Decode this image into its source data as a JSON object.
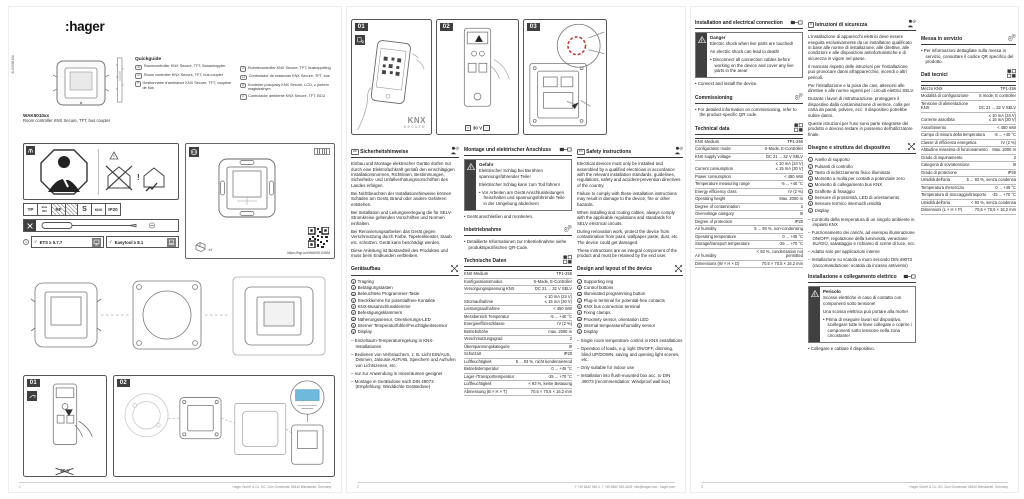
{
  "footer": {
    "page_numbers": [
      "1",
      "2",
      "3"
    ],
    "company": "Hager GmbH & Co. KG, Zum Gunterstal, 66440 Blieskastel, Germany",
    "contact": "T +49 6842 945-0, T +49 6842 945-4625, info@hager.com - hager.com"
  },
  "page1": {
    "brand": ":hager",
    "doc_code": "6LE008816A",
    "quickguide": {
      "title": "Quickguide",
      "left": [
        {
          "lang": "de",
          "text": "Raumcontroller KNX Secure, TFT, Busankoppler"
        },
        {
          "lang": "en",
          "text": "Room controller KNX Secure, TFT, bus coupler"
        },
        {
          "lang": "fr",
          "text": "Gestionnaire d'ambiance KNX Secure, TFT, coupleur de bus"
        }
      ],
      "right": [
        {
          "lang": "nl",
          "text": "Ruimtecontroller KNX Secure, TFT, buskoppeling"
        },
        {
          "lang": "es",
          "text": "Controlador de estancias KNX Secure, TFT, bus"
        },
        {
          "lang": "pl",
          "text": "Kontroler pokojowy KNX Secure, LCD, z portem magistralnym"
        },
        {
          "lang": "pt",
          "text": "Controlador ambiente KNX Secure, TFT, BCU"
        }
      ]
    },
    "product_code": "WAK5010xx",
    "product_name": "Room controller KNX Secure, TFT, bus coupler",
    "badges": [
      "TP",
      "Bus 30V",
      "RF",
      "S",
      "KNX",
      "IP20"
    ],
    "req_index": "1",
    "requirements": {
      "ets": {
        "check": "✓",
        "label": "ETS ≥ 5.7.7"
      },
      "easytool": {
        "check": "✓",
        "label": "Easytool ≥ 8.1"
      }
    },
    "qr_url": "https://hgr.io/r/WAK5010WM",
    "qty_label": "x1",
    "steps": [
      {
        "num": "01",
        "caption": "30 V"
      },
      {
        "num": "02",
        "caption": ""
      }
    ]
  },
  "page2": {
    "steps": [
      {
        "num": "01",
        "caption": ""
      },
      {
        "num": "02",
        "caption": "30 V"
      },
      {
        "num": "03",
        "caption": ""
      }
    ],
    "knx_wordmark": {
      "line1": "KNX",
      "line2": "secure"
    }
  },
  "languages": {
    "de": {
      "tag": "de",
      "safety_title": "Sicherheitshinweise",
      "safety_paragraphs": [
        "Einbau und Montage elektrischer Geräte dürfen nur durch eine Elektrofachkraft gemäß den einschlägigen Installationsnormen, Richtlinien, Bestimmungen, Sicherheits- und Unfallverhütungsvorschriften des Landes erfolgen.",
        "Bei Nichtbeachten der Installationshinweise können Schäden am Gerät, Brand oder andere Gefahren entstehen.",
        "Bei Installation und Leitungsverlegung die für SELV-Stromkreise geltenden Vorschriften und Normen einhalten.",
        "Bei Renovierungsarbeiten das Gerät gegen Verschmutzung durch Farbe, Tapetenkleister, Staub etc. schützen. Gerät kann beschädigt werden.",
        "Diese Anleitung ist Bestandteil des Produktes und muss beim Endkunden verbleiben."
      ],
      "structure_title": "Gerätaufbau",
      "structure_items": [
        "Tragring",
        "Betätigungstasten",
        "Beleuchtete Programmier-Taste",
        "Steckklemme für potentialfreie Kontakte",
        "KNX-Busanschlussklemme",
        "Befestigungsklammern",
        "Näherungssensor, Orientierungs-LED",
        "Interner Temperaturfühler/Feuchtigkeitssensor",
        "Display"
      ],
      "feature_bullets": [
        "Einzelraum-Temperaturregelung in KNX-Installationen",
        "Bedienen von Verbrauchern, z. B. Licht EIN/AUS, Dimmen, Jalousie AUF/AB, Speichern und Aufrufen von Lichtszenen, etc.",
        "nur zur Anwendung in Innenräumen geeignet",
        "Montage in Gerätedose nach DIN 49073 (Empfehlung: Winddichte Gerätedose)"
      ],
      "mounting_title": "Montage und elektrischer Anschluss",
      "danger": {
        "title": "Gefahr",
        "p1": "Elektrischer Schlag bei Berühren spannungsführender Teile!",
        "p2": "Elektrischer Schlag kann zum Tod führen!",
        "action": "Vor Arbeiten am Gerät Anschlussleitungen freischalten und spannungsführende Teile in der Umgebung abdecken!"
      },
      "connect_note": "Gerät anschließen und montieren.",
      "commissioning_title": "Inbetriebnahme",
      "commissioning_note": "Detaillierte Informationen zur Inbetriebnahme siehe produktspezifischen QR-Code.",
      "tech_title": "Technische Daten",
      "tech_rows": [
        {
          "label": "KNX Medium",
          "value": "TP1-256"
        },
        {
          "label": "Konfigurationsmodus",
          "value": "S-Mode, E-Controller"
        },
        {
          "label": "Versorgungsspannung KNX",
          "value": "DC 21 ... 32 V SELV"
        },
        {
          "label": "Stromaufnahme",
          "value": "≤ 10 mA (24 V)\n≤ 15 mA (30 V)"
        },
        {
          "label": "Leistungsaufnahme",
          "value": "< 450 mW"
        },
        {
          "label": "Messbereich Temperatur",
          "value": "-5 ... +40 °C"
        },
        {
          "label": "Energieeffizienzklasse",
          "value": "IV (2 %)"
        },
        {
          "label": "Betriebshöhe",
          "value": "max. 2000 m"
        },
        {
          "label": "Verschmutzungsgrad",
          "value": "2"
        },
        {
          "label": "Überspannungskategorie",
          "value": "III"
        },
        {
          "label": "Schutzart",
          "value": "IP20"
        },
        {
          "label": "Luftfeuchtigkeit",
          "value": "5 ... 93 %, nicht kondensierend"
        },
        {
          "label": "Betriebstemperatur",
          "value": "0 ... +45 °C"
        },
        {
          "label": "Lager-/Transporttemperatur",
          "value": "-25 ... +70 °C"
        },
        {
          "label": "Luftfeuchtigkeit",
          "value": "< 93 %, keine Betauung"
        },
        {
          "label": "Abmessung (B × H × T)",
          "value": "70,5 × 70,5 × 16,2 mm"
        }
      ]
    },
    "en": {
      "tag": "en",
      "safety_title": "Safety instructions",
      "safety_paragraphs": [
        "Electrical devices must only be installed and assembled by a qualified electrician in accordance with the relevant installation standards, guidelines, regulations, safety and accident-prevention directives of the country.",
        "Failure to comply with these installation instructions may result in damage to the device, fire or other hazards.",
        "When installing and routing cables, always comply with the applicable regulations and standards for SELV electrical circuits.",
        "During renovation work, protect the device from contamination from paint, wallpaper paste, dust, etc. The device could get damaged.",
        "These instructions are an integral component of the product and must be retained by the end user."
      ],
      "structure_title": "Design and layout of the device",
      "structure_items": [
        "Supporting ring",
        "Control buttons",
        "Illuminated programming button",
        "Plug-in terminal for potential-free contacts",
        "KNX bus connection terminal",
        "Fixing clamps",
        "Proximity sensor, orientation LED",
        "Internal temperature/humidity sensor",
        "Display"
      ],
      "feature_bullets": [
        "Single room temperature control in KNX installations",
        "Operation of loads, e.g. light ON/OFF, dimming, blind UP/DOWN, saving and opening light scenes, etc.",
        "Only suitable for indoor use",
        "Installation into flush-mounted box acc. to DIN 49073 (recommendation: Windproof wall box)"
      ],
      "mounting_title": "Installation and electrical connection",
      "danger": {
        "title": "Danger",
        "p1": "Electric shock when live parts are touched!",
        "p2": "An electric shock can lead to death!",
        "action": "Disconnect all connection cables before working on the device and cover any live parts in the area!"
      },
      "connect_note": "Connect and install the device.",
      "commissioning_title": "Commissioning",
      "commissioning_note": "For detailed information on commissioning, refer to the product-specific QR code.",
      "tech_title": "Technical data",
      "tech_rows": [
        {
          "label": "KNX Medium",
          "value": "TP1-256"
        },
        {
          "label": "Configuration mode",
          "value": "S-Mode, E-Controller"
        },
        {
          "label": "KNX supply voltage",
          "value": "DC 21 ... 32 V SELV"
        },
        {
          "label": "Current consumption",
          "value": "≤ 10 mA (24 V)\n≤ 15 mA (30 V)"
        },
        {
          "label": "Power consumption",
          "value": "< 450 mW"
        },
        {
          "label": "Temperature measuring range",
          "value": "-5 ... +40 °C"
        },
        {
          "label": "Energy efficiency class",
          "value": "IV (2 %)"
        },
        {
          "label": "Operating height",
          "value": "Max. 2000 m"
        },
        {
          "label": "Degree of contamination",
          "value": "2"
        },
        {
          "label": "Overvoltage category",
          "value": "III"
        },
        {
          "label": "Degree of protection",
          "value": "IP20"
        },
        {
          "label": "Air humidity",
          "value": "5 ... 93 %, non-condensing"
        },
        {
          "label": "Operating temperature",
          "value": "0 ... +45 °C"
        },
        {
          "label": "Storage/transport temperature",
          "value": "-25 ... +70 °C"
        },
        {
          "label": "Air humidity",
          "value": "< 93 %, condensation not permitted"
        },
        {
          "label": "Dimensions (W × H × D)",
          "value": "70.5 × 70.5 × 16.2 mm"
        }
      ]
    },
    "it": {
      "tag": "it",
      "safety_title": "Istruzioni di sicurezza",
      "safety_paragraphs": [
        "L'installazione di apparecchi elettrici deve essere eseguita esclusivamente da un installatore qualificato in base alle norme di installazione, alle direttive, alle condizioni e alle disposizioni antinfortunistiche e di sicurezza in vigore nel paese.",
        "Il mancato rispetto delle istruzioni per l'installazione può provocare danni all'apparecchio, incendi o altri pericoli.",
        "Per l'installazione e la posa dei cavi, attenersi alle direttive e alle norme vigenti per i circuiti elettrici SELV.",
        "Durante i lavori di ristrutturazione, proteggere il dispositivo dalla contaminazione di vernice, colla per carta da parati, polvere, ecc. Il dispositivo potrebbe subire danni.",
        "Queste istruzioni per l'uso sono parte integrante del prodotto e devono restare in possesso dell'utilizzatore finale."
      ],
      "structure_title": "Disegno e struttura del dispositivo",
      "structure_items": [
        "Anello di supporto",
        "Pulsanti di controllo",
        "Tasto di indirizzamento fisico illuminato",
        "Morsetto a molla per contatti a potenziale zero",
        "Morsetto di collegamento bus KNX",
        "Graffette di fissaggio",
        "Sensore di prossimità, LED di orientamento",
        "Sensore termico interno/di umidità",
        "Display"
      ],
      "feature_bullets": [
        "Controllo della temperatura di un singolo ambiente in impianti KNX",
        "Funzionamento dei carichi, ad esempio illuminazione ON/OFF, regolazione della luminosità, veneziane SU/GIÙ, salvataggio e richiamo di scene di luce, ecc.",
        "Adatto solo per applicazioni interne",
        "Installazione su scatola a muro secondo DIN 49073 (raccomandazione: scatola da incasso antivento)"
      ],
      "mounting_title": "Installazione e collegamento elettrico",
      "danger": {
        "title": "Pericolo",
        "p1": "Scosse elettriche in caso di contatto con componenti sotto tensione!",
        "p2": "Una scossa elettrica può portare alla morte!",
        "action": "Prima di eseguire lavori sul dispositivo, scollegare tutte le linee collegate e coprire i componenti sotto tensione nella zona circostante!"
      },
      "connect_note": "Collegare e cablare il dispositivo.",
      "commissioning_title": "Messa in servizio",
      "commissioning_note": "Per informazioni dettagliate sulla messa in servizio, consultare il codice QR specifico del prodotto.",
      "tech_title": "Dati tecnici",
      "tech_rows": [
        {
          "label": "Mezzo KNX",
          "value": "TP1-256"
        },
        {
          "label": "Modalità di configurazione",
          "value": "S mode, E controller"
        },
        {
          "label": "Tensione di alimentazione KNX",
          "value": "DC 21 ... 32 V SELV"
        },
        {
          "label": "Corrente assorbita",
          "value": "≤ 10 mA (24 V)\n≤ 15 mA (30 V)"
        },
        {
          "label": "Assorbimento",
          "value": "< 450 mW"
        },
        {
          "label": "Campo di misura della temperatura",
          "value": "-5 ... +40 °C"
        },
        {
          "label": "Classe di efficienza energetica",
          "value": "IV (2 %)"
        },
        {
          "label": "Altitudine massima di funzionamento",
          "value": "Max. 2000 m"
        },
        {
          "label": "Grado di inquinamento",
          "value": "2"
        },
        {
          "label": "Categoria di sovratensione",
          "value": "III"
        },
        {
          "label": "Grado di protezione",
          "value": "IP20"
        },
        {
          "label": "Umidità dell'aria",
          "value": "5 ... 93 %, senza condensa"
        },
        {
          "label": "Temperatura d'esercizio",
          "value": "0 ... +45 °C"
        },
        {
          "label": "Temperatura di stoccaggio/trasporto",
          "value": "-25 ... +70 °C"
        },
        {
          "label": "Umidità dell'aria",
          "value": "< 93 %, senza condensa"
        },
        {
          "label": "Dimensioni (L × H × P)",
          "value": "70,5 × 70,5 × 16,2 mm"
        }
      ]
    }
  }
}
